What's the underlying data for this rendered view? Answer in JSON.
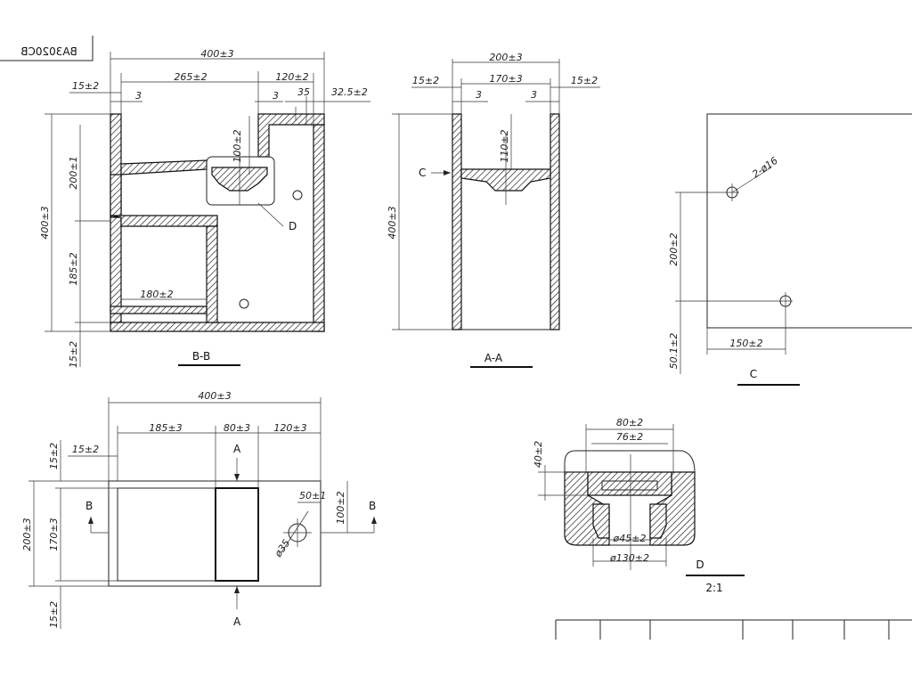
{
  "stamp": {
    "text": "BA3020CB"
  },
  "views": {
    "bb": {
      "title": "B-B",
      "dims": {
        "width_total": "400±3",
        "left_part": "265±2",
        "right_part": "120±2",
        "left_margin": "15±2",
        "wall_3_left": "3",
        "wall_3_right": "3",
        "dim_35": "35",
        "dim_32_5": "32.5±2",
        "basin_depth": "100±2",
        "upper_height": "200±1",
        "total_height": "400±3",
        "lower_height": "185±2",
        "bottom_offset": "15±2",
        "shelf_width": "180±2"
      },
      "detail_callout": "D"
    },
    "aa": {
      "title": "A-A",
      "dims": {
        "width_total": "200±3",
        "inner_width": "170±3",
        "left_margin": "15±2",
        "right_margin": "15±2",
        "wall_left": "3",
        "wall_right": "3",
        "basin_depth": "110±2",
        "total_height": "400±3"
      },
      "section_marker": "C"
    },
    "c": {
      "title": "C",
      "dims": {
        "holes": "2-ø16",
        "hole_spacing": "200±2",
        "hole_x": "150±2",
        "bottom_offset": "50.1±2"
      }
    },
    "plan": {
      "dims": {
        "width_total": "400±3",
        "left_part": "185±3",
        "mid_part": "80±3",
        "right_part": "120±3",
        "left_margin": "15±2",
        "depth_total": "200±3",
        "inner_depth": "170±3",
        "bottom_offset": "15±2",
        "drain_dia": "ø35",
        "drain_x": "50±1",
        "drain_y": "100±2"
      },
      "section_a": "A",
      "section_b": "B"
    },
    "d": {
      "title": "D",
      "scale": "2:1",
      "dims": {
        "outer_width": "80±2",
        "inner_width": "76±2",
        "height": "40±2",
        "bore": "ø45±2",
        "flange": "ø130±2"
      }
    }
  }
}
